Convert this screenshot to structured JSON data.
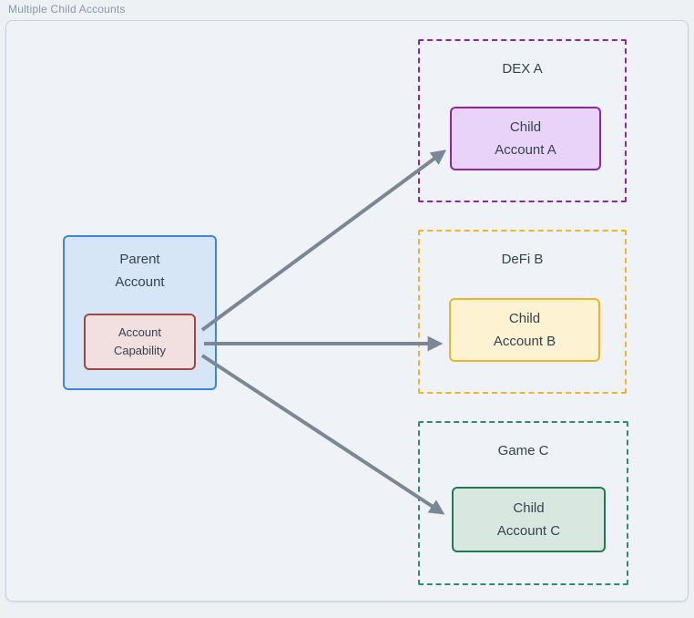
{
  "title": "Multiple Child Accounts",
  "diagram": {
    "parent": {
      "label": "Parent\nAccount",
      "capability": "Account\nCapability"
    },
    "groups": [
      {
        "name": "DEX A",
        "child": "Child\nAccount A"
      },
      {
        "name": "DeFi B",
        "child": "Child\nAccount B"
      },
      {
        "name": "Game C",
        "child": "Child\nAccount C"
      }
    ],
    "colors": {
      "parent_fill": "#d7e6f7",
      "parent_border": "#3a86e8",
      "capability_fill": "#f2dfdf",
      "capability_border": "#a04744",
      "group_a_accent": "#8e24aa",
      "group_a_fill": "#e9d3f8",
      "group_b_accent": "#f0b429",
      "group_b_fill": "#fdf3d3",
      "group_c_accent": "#2e8b6e",
      "group_c_child_border": "#1f7a55",
      "group_c_fill": "#d8e8e0",
      "arrow": "#7b8794",
      "frame_border": "#c8d2dc",
      "canvas_background": "#eff2f6"
    }
  }
}
